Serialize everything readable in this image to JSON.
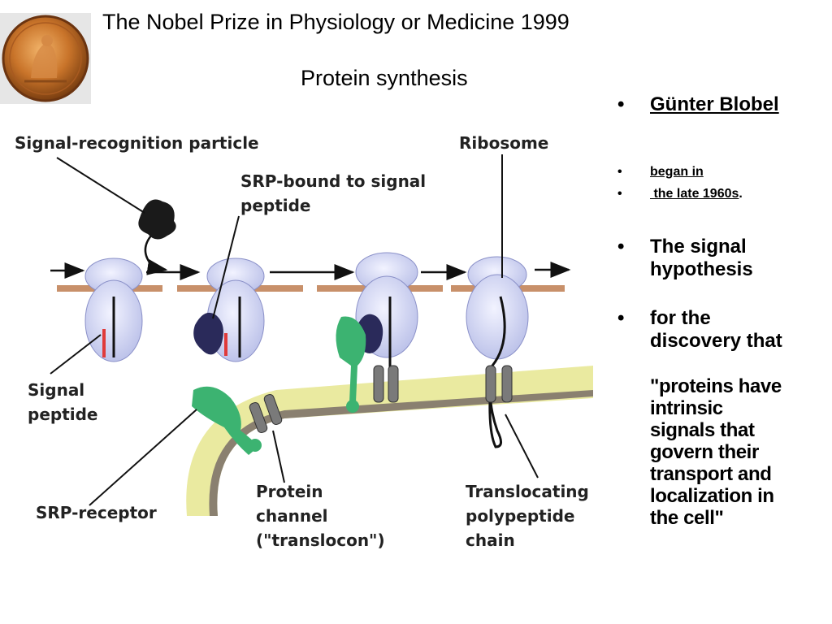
{
  "slide": {
    "title": "The Nobel Prize in Physiology or Medicine 1999",
    "subtitle": "Protein synthesis"
  },
  "diagram": {
    "labels": {
      "srp": "Signal-recognition particle",
      "ribosome": "Ribosome",
      "srp_bound_1": "SRP-bound to signal",
      "srp_bound_2": "peptide",
      "signal_peptide_1": "Signal",
      "signal_peptide_2": "peptide",
      "srp_receptor": "SRP-receptor",
      "protein_channel_1": "Protein",
      "protein_channel_2": "channel",
      "protein_channel_3": "(\"translocon\")",
      "translocating_1": "Translocating",
      "translocating_2": "polypeptide",
      "translocating_3": "chain"
    }
  },
  "bullets": {
    "name": "Günter Blobel",
    "began": "began in",
    "late": " the late 1960s",
    "late_suffix": ".",
    "hypothesis_1": "The signal",
    "hypothesis_2": "hypothesis",
    "discovery_1": "for the",
    "discovery_2": "discovery that",
    "quote_1": "\"proteins have",
    "quote_2": "intrinsic",
    "quote_3": "signals that",
    "quote_4": "govern their",
    "quote_5": "transport and",
    "quote_6": "localization in",
    "quote_7": "the cell\"",
    "bullet_glyph": "•"
  },
  "colors": {
    "ribosome": "#c8cdf0",
    "membrane_bar": "#c8906a",
    "er_membrane": "#eaeaa0",
    "srp": "#1a1a1a",
    "receptor": "#3cb371",
    "signal_peptide": "#e03a3a"
  }
}
